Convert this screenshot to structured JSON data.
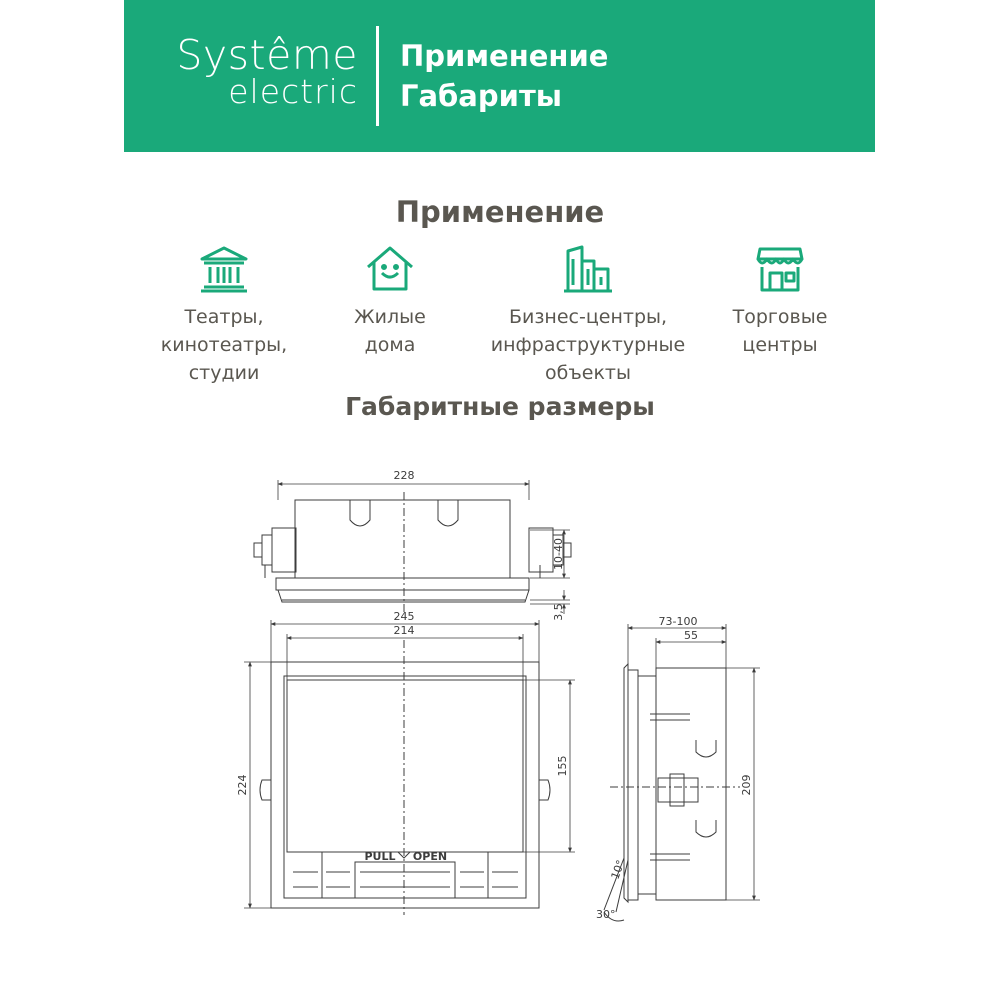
{
  "header": {
    "logo_line1": "Systême",
    "logo_line2": "electric",
    "title_line1": "Применение",
    "title_line2": "Габариты"
  },
  "application": {
    "heading": "Применение",
    "items": [
      {
        "icon": "theater-building-icon",
        "line1": "Театры,",
        "line2": "кинотеатры,",
        "line3": "студии"
      },
      {
        "icon": "house-icon",
        "line1": "Жилые",
        "line2": "дома",
        "line3": ""
      },
      {
        "icon": "office-buildings-icon",
        "line1": "Бизнес-центры,",
        "line2": "инфраструктурные",
        "line3": "объекты"
      },
      {
        "icon": "store-icon",
        "line1": "Торговые",
        "line2": "центры",
        "line3": ""
      }
    ]
  },
  "dimensions": {
    "heading": "Габаритные размеры",
    "labels": {
      "top_width": "228",
      "top_height": "10-40",
      "top_offset": "3,5",
      "outer_width": "245",
      "inner_width": "214",
      "outer_height": "224",
      "inner_height": "155",
      "pull": "PULL",
      "open": "OPEN",
      "side_depth": "73-100",
      "side_inner": "55",
      "side_height": "209",
      "angle": "30°",
      "angle_small": "10°"
    }
  },
  "colors": {
    "brand_green": "#1aa97a",
    "text_gray": "#5a5750"
  }
}
